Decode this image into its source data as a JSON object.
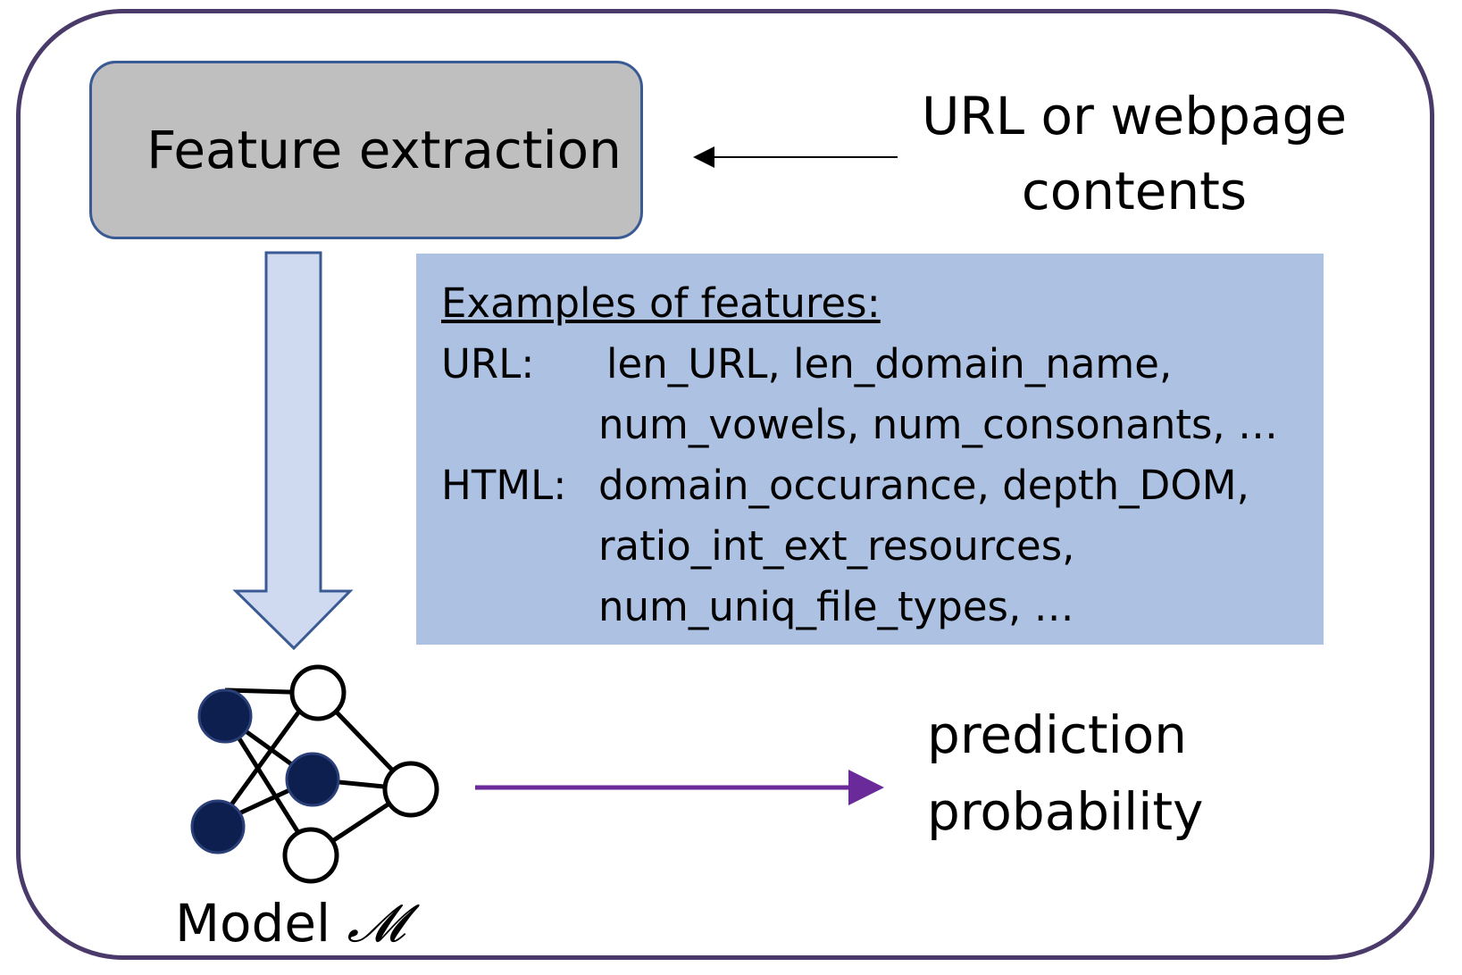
{
  "feature_box": {
    "title": "Feature extraction"
  },
  "source": {
    "line1": "URL or webpage",
    "line2": "contents"
  },
  "examples": {
    "heading": "Examples of features:",
    "rows": [
      {
        "label": "URL:",
        "value": "len_URL, len_domain_name,"
      },
      {
        "label": "",
        "value": "num_vowels, num_consonants, …"
      },
      {
        "label": "HTML:",
        "value": "domain_occurance, depth_DOM,"
      },
      {
        "label": "",
        "value": "ratio_int_ext_resources,"
      },
      {
        "label": "",
        "value": "num_uniq_file_types, …"
      }
    ]
  },
  "model": {
    "label": "Model",
    "symbol": "𝓜"
  },
  "output": {
    "line1": "prediction",
    "line2": "probability"
  },
  "colors": {
    "frame_border": "#4a3a6a",
    "feature_box_fill": "#bfbfbf",
    "feature_box_border": "#3a5a94",
    "examples_fill": "#adc1e3",
    "down_arrow_fill": "#cfdaf0",
    "down_arrow_border": "#3a5a94",
    "neuron_filled": "#0d1f4f",
    "output_arrow": "#6a2a9a"
  }
}
